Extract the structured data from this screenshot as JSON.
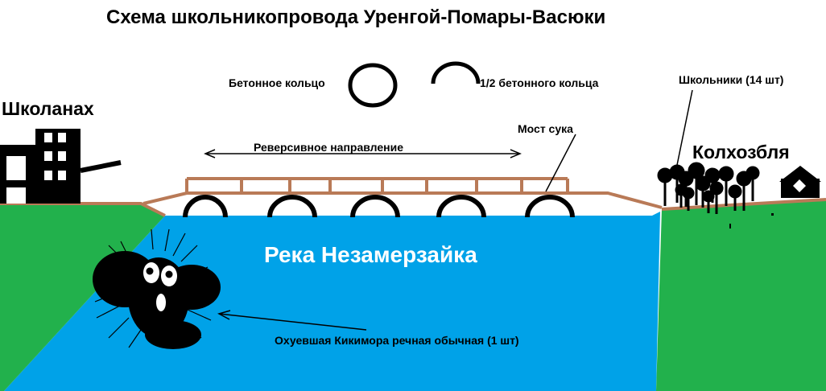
{
  "title": "Схема школьникопровода Уренгой-Помары-Васюки",
  "legend": {
    "ring_label": "Бетонное кольцо",
    "half_ring_label": "1/2 бетонного кольца"
  },
  "labels": {
    "school": "Школанах",
    "kolkhoz": "Колхозбля",
    "reversible": "Реверсивное направление",
    "bridge": "Мост сука",
    "pupils": "Школьники (14 шт)",
    "river": "Река Незамерзайка",
    "kikimora": "Охуевшая Кикимора речная обычная (1 шт)"
  },
  "colors": {
    "grass": "#22b14c",
    "river": "#00a2e8",
    "bridge": "#b97a57",
    "ink": "#000000",
    "river_text": "#ffffff"
  }
}
